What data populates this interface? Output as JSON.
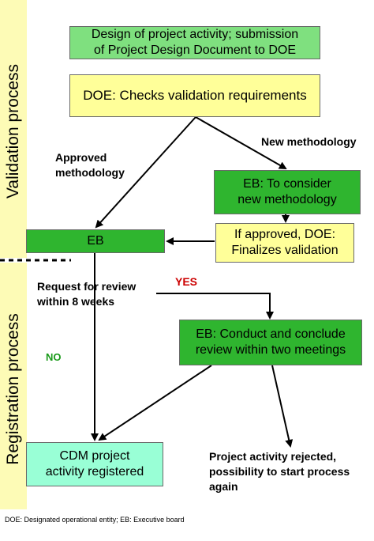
{
  "sections": {
    "validation": "Validation process",
    "registration": "Registration process"
  },
  "boxes": {
    "design": {
      "line1": "Design of project activity; submission",
      "line2": "of Project Design Document to DOE"
    },
    "doe_checks": "DOE: Checks validation requirements",
    "eb_consider": {
      "line1": "EB: To consider",
      "line2": "new methodology"
    },
    "eb": "EB",
    "if_approved": {
      "line1": "If approved, DOE:",
      "line2": "Finalizes validation"
    },
    "eb_review": {
      "line1": "EB: Conduct and conclude",
      "line2": "review within two meetings"
    },
    "cdm_registered": {
      "line1": "CDM project",
      "line2": "activity registered"
    }
  },
  "labels": {
    "approved": {
      "line1": "Approved",
      "line2": "methodology"
    },
    "new_methodology": "New methodology",
    "request_review": {
      "line1": "Request for review",
      "line2": "within 8 weeks"
    },
    "yes": "YES",
    "no": "NO",
    "rejected": {
      "line1": "Project activity rejected,",
      "line2": "possibility to start process",
      "line3": "again"
    }
  },
  "footnote": "DOE: Designated operational entity; EB: Executive board",
  "colors": {
    "band": "#fdfbb6",
    "light_green": "#7fe07f",
    "green": "#2fb52f",
    "yellow": "#ffff99",
    "aqua": "#99ffd6",
    "yes_red": "#cc0000",
    "no_green": "#1a9a1a"
  }
}
